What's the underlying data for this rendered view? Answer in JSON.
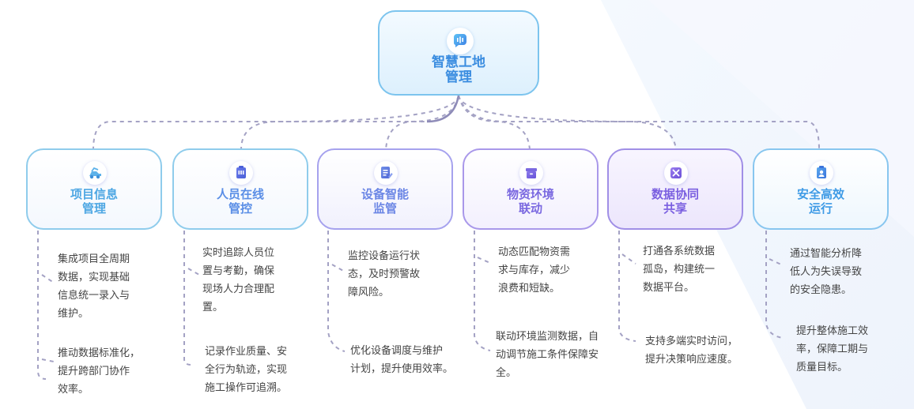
{
  "root": {
    "icon": "chat-bubble-icon",
    "title_line1": "智慧工地",
    "title_line2": "管理"
  },
  "columns": [
    {
      "icon": "construction-vehicle-icon",
      "title_line1": "项目信息",
      "title_line2": "管理",
      "points": [
        [
          "集成项目全周期",
          "数据，实现基础",
          "信息统一录入与",
          "维护。"
        ],
        [
          "推动数据标准化，",
          "提升跨部门协作",
          "效率。"
        ]
      ]
    },
    {
      "icon": "badge-icon",
      "title_line1": "人员在线",
      "title_line2": "管控",
      "points": [
        [
          "实时追踪人员位",
          "置与考勤，确保",
          "现场人力合理配",
          "置。"
        ],
        [
          "记录作业质量、安",
          "全行为轨迹，实现",
          "施工操作可追溯。"
        ]
      ]
    },
    {
      "icon": "document-edit-icon",
      "title_line1": "设备智能",
      "title_line2": "监管",
      "points": [
        [
          "监控设备运行状",
          "态，及时预警故",
          "障风险。"
        ],
        [
          "优化设备调度与维护",
          "计划，提升使用效率。"
        ]
      ]
    },
    {
      "icon": "box-icon",
      "title_line1": "物资环境",
      "title_line2": "联动",
      "points": [
        [
          "动态匹配物资需",
          "求与库存，减少",
          "浪费和短缺。"
        ],
        [
          "联动环境监测数据，自",
          "动调节施工条件保障安",
          "全。"
        ]
      ]
    },
    {
      "icon": "tools-icon",
      "title_line1": "数据协同",
      "title_line2": "共享",
      "points": [
        [
          "打通各系统数据",
          "孤岛，构建统一",
          "数据平台。"
        ],
        [
          "支持多端实时访问，",
          "提升决策响应速度。"
        ]
      ]
    },
    {
      "icon": "shield-user-icon",
      "title_line1": "安全高效",
      "title_line2": "运行",
      "points": [
        [
          "通过智能分析降",
          "低人为失误导致",
          "的安全隐患。"
        ],
        [
          "提升整体施工效",
          "率，保障工期与",
          "质量目标。"
        ]
      ]
    }
  ],
  "colors": {
    "accent_blue": "#3b8de0",
    "accent_purple": "#7a5fe0",
    "connector": "#a4a2c4"
  }
}
